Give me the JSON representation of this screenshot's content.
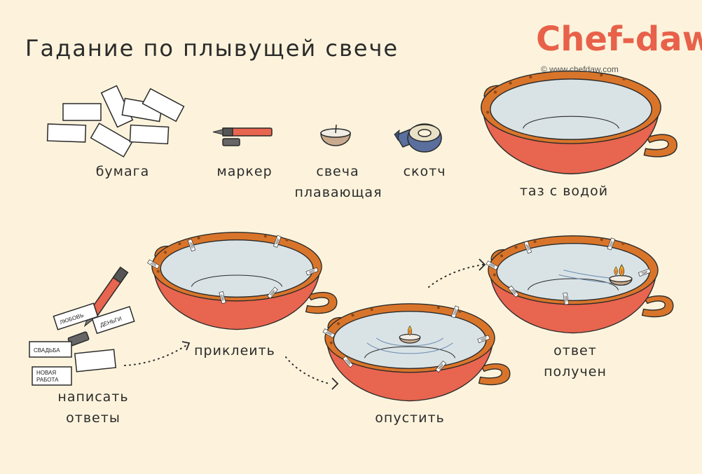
{
  "title": "Гадание по плывущей свече",
  "logo": {
    "brand": "Chef-daw",
    "copyright": "© www.chefdaw.com"
  },
  "items": {
    "paper": "бумага",
    "marker": "маркер",
    "candle_1": "свеча",
    "candle_2": "плавающая",
    "tape": "скотч",
    "basin": "таз с водой"
  },
  "steps": {
    "write_1": "написать",
    "write_2": "ответы",
    "stick": "приклеить",
    "lower": "опустить",
    "answer_1": "ответ",
    "answer_2": "получен"
  },
  "notes": {
    "love": "ЛЮБОВЬ",
    "money": "ДЕНЬГИ",
    "wedding": "СВАДЬБА",
    "new_job_1": "НОВАЯ",
    "new_job_2": "РАБОТА"
  },
  "colors": {
    "background": "#fdf3dc",
    "basin_body": "#e8654f",
    "basin_rim": "#d9752a",
    "water": "#d9e3e6",
    "brand": "#e8614a"
  }
}
